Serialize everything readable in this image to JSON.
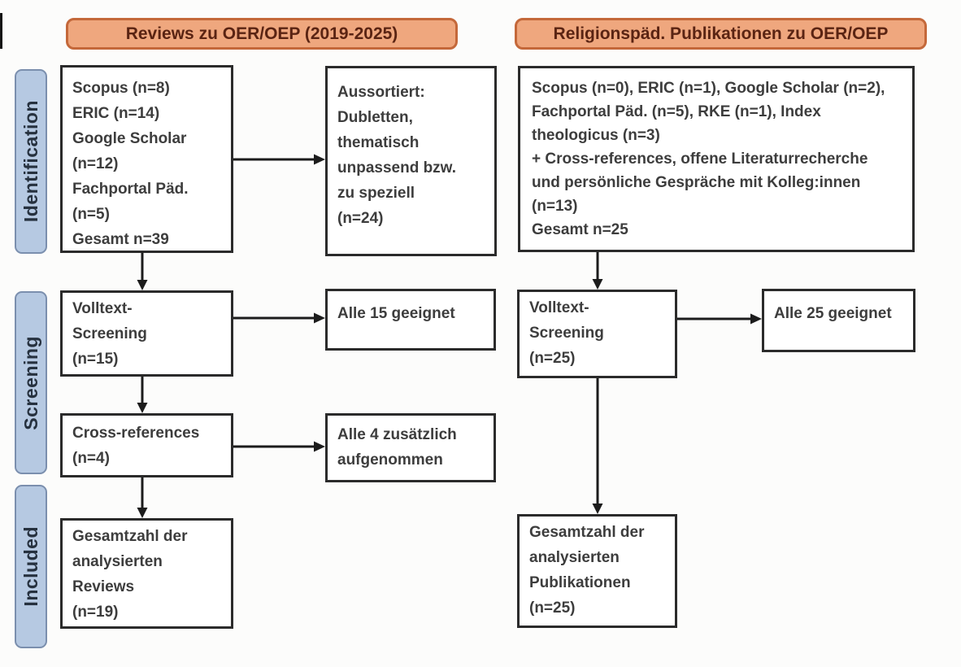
{
  "headers": {
    "left": "Reviews zu OER/OEP (2019-2025)",
    "right": "Religionspäd. Publikationen zu OER/OEP"
  },
  "sidebar": {
    "identification": "Identification",
    "screening": "Screening",
    "included": "Included"
  },
  "boxes": {
    "sources_reviews": "Scopus (n=8)\nERIC (n=14)\nGoogle Scholar\n(n=12)\nFachportal Päd.\n(n=5)\nGesamt n=39",
    "aussortiert": "Aussortiert:\nDubletten,\nthematisch\nunpassend bzw.\nzu speziell\n(n=24)",
    "sources_relpaed": "Scopus (n=0), ERIC (n=1), Google Scholar (n=2),\nFachportal Päd. (n=5), RKE (n=1), Index\ntheologicus (n=3)\n+ Cross-references, offene Literaturrecherche\nund persönliche Gespräche mit Kolleg:innen\n(n=13)\nGesamt n=25",
    "volltext_reviews": "Volltext-\nScreening\n(n=15)",
    "alle_15": "Alle 15 geeignet",
    "volltext_relpaed": "Volltext-\nScreening\n(n=25)",
    "alle_25": "Alle 25 geeignet",
    "cross_references": "Cross-references\n(n=4)",
    "alle_4": "Alle 4 zusätzlich\naufgenommen",
    "gesamt_reviews": "Gesamtzahl der\nanalysierten\nReviews\n(n=19)",
    "gesamt_publikationen": "Gesamtzahl der\nanalysierten\nPublikationen\n(n=25)"
  },
  "colors": {
    "header_fill": "#efa77e",
    "header_border": "#c4683a",
    "header_text": "#5a2413",
    "stage_label_fill": "#b6c9e2",
    "stage_label_border": "#7b8fae",
    "node_border": "#2b2b2b",
    "node_text": "#3d3d3d",
    "arrow": "#1c1c1c"
  }
}
